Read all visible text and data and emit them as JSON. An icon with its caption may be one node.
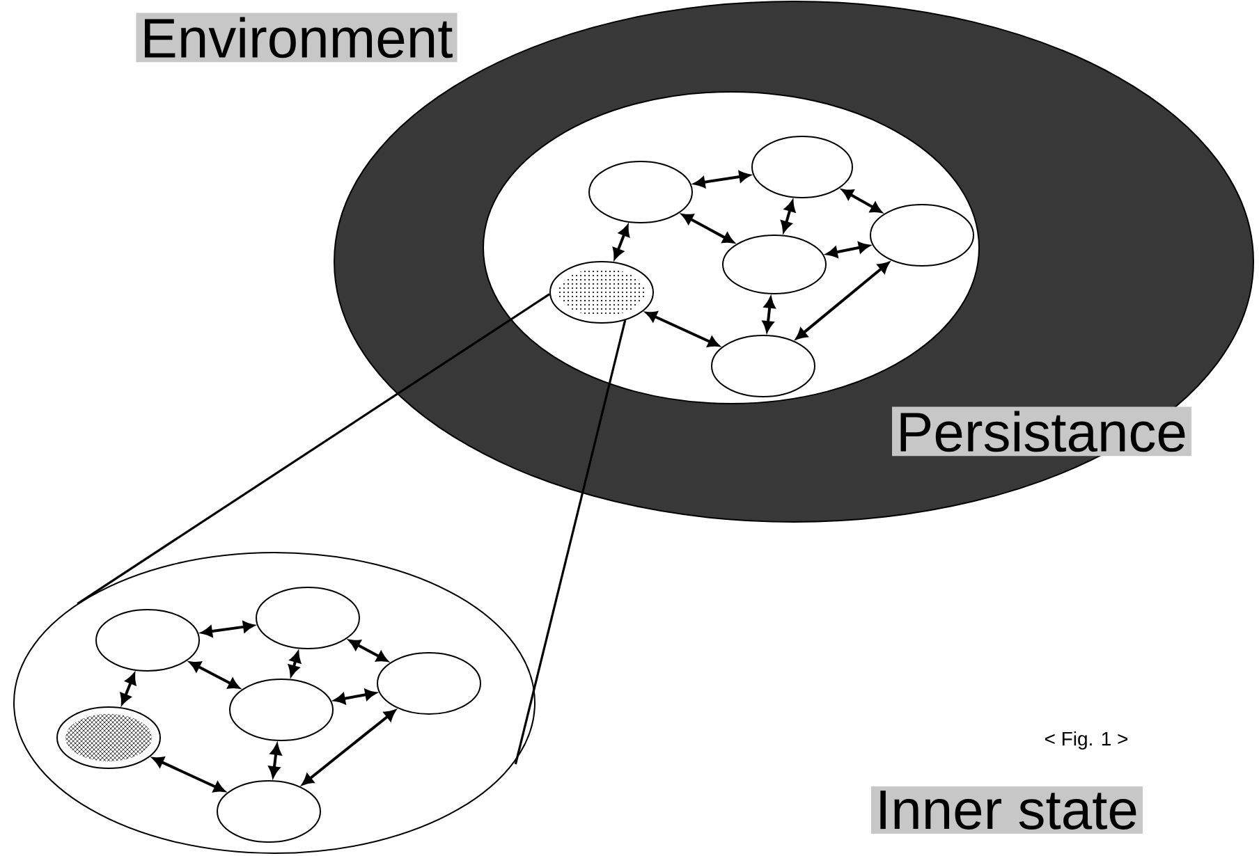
{
  "diagram": {
    "nodes": [
      {
        "text": [
          "Environment"
        ]
      },
      {
        "text": [],
        "shape": "circle",
        "in": 0
      },
      {
        "text": [],
        "shape": "circle",
        "in": 1
      },
      {
        "text": [],
        "shape": "circle",
        "in": 1
      },
      {
        "text": [],
        "shape": "circle",
        "in": 1
      },
      {
        "text": [],
        "shape": "circle",
        "in": 1
      },
      {
        "text": [],
        "shape": "circle",
        "in": 1
      },
      {
        "text": [],
        "shape": "circle",
        "in": 1
      },
      {
        "text": [],
        "shape": "circle"
      },
      {
        "text": [],
        "shape": "circle",
        "in": 8
      },
      {
        "text": [],
        "shape": "circle",
        "in": 8
      },
      {
        "text": [],
        "shape": "circle",
        "in": 8
      },
      {
        "text": [],
        "shape": "circle",
        "in": 8
      },
      {
        "text": [],
        "shape": "circle",
        "in": 8
      },
      {
        "text": [],
        "shape": "circle",
        "in": 8
      }
    ],
    "edges": [
      {
        "from": 3,
        "to": 6,
        "arrow": "both"
      },
      {
        "from": 3,
        "to": 5,
        "arrow": "both"
      },
      {
        "from": 6,
        "to": 5,
        "arrow": "both"
      },
      {
        "from": 6,
        "to": 7,
        "arrow": "both"
      },
      {
        "from": 7,
        "to": 5,
        "arrow": "both"
      },
      {
        "from": 5,
        "to": 4,
        "arrow": "both"
      },
      {
        "from": 3,
        "to": 2,
        "arrow": "both"
      },
      {
        "from": 2,
        "to": 4,
        "arrow": "both"
      },
      {
        "from": 4,
        "to": 7,
        "arrow": "both"
      },
      {
        "from": 2,
        "to": 8,
        "arrow": "none"
      },
      {
        "from": 2,
        "to": 8,
        "arrow": "none"
      },
      {
        "from": 10,
        "to": 13,
        "arrow": "both"
      },
      {
        "from": 10,
        "to": 12,
        "arrow": "both"
      },
      {
        "from": 13,
        "to": 12,
        "arrow": "both"
      },
      {
        "from": 13,
        "to": 14,
        "arrow": "both"
      },
      {
        "from": 14,
        "to": 12,
        "arrow": "both"
      },
      {
        "from": 12,
        "to": 11,
        "arrow": "both"
      },
      {
        "from": 10,
        "to": 9,
        "arrow": "both"
      },
      {
        "from": 9,
        "to": 11,
        "arrow": "both"
      },
      {
        "from": 11,
        "to": 14,
        "arrow": "both"
      }
    ],
    "labels": [
      "Persistance",
      "< Fig. 1 >",
      "Inner state"
    ]
  }
}
